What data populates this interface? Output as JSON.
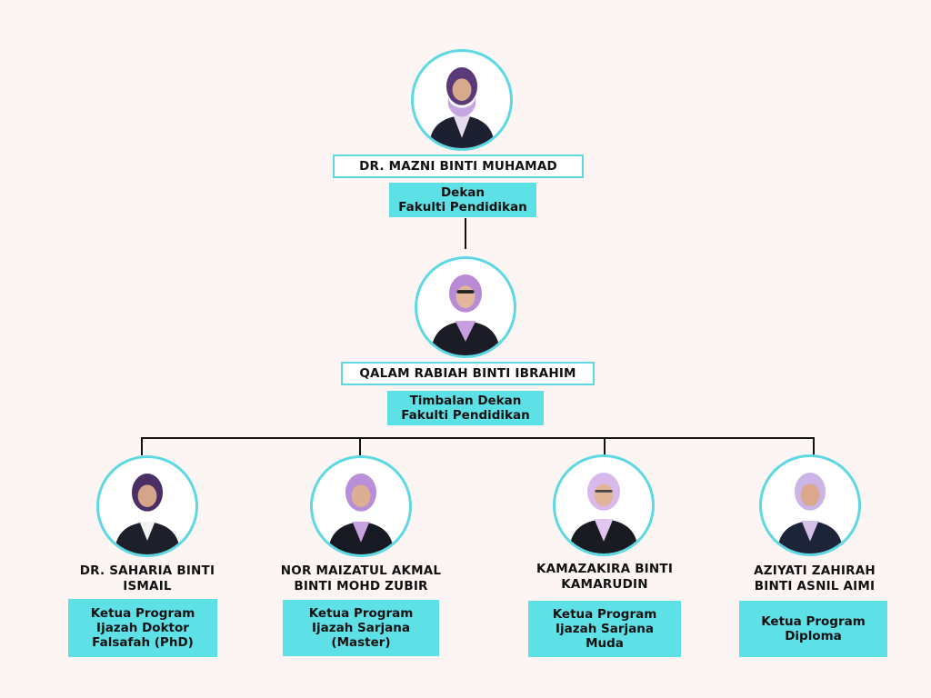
{
  "colors": {
    "background": "#fdf5f3",
    "accent": "#5de0e6",
    "border": "#5ed8e2",
    "line": "#111111"
  },
  "dean": {
    "name": "DR. MAZNI BINTI MUHAMAD",
    "role_line1": "Dekan",
    "role_line2": "Fakulti Pendidikan",
    "photo_icon": "person-portrait-icon"
  },
  "deputy": {
    "name": "QALAM RABIAH BINTI IBRAHIM",
    "role_line1": "Timbalan Dekan",
    "role_line2": "Fakulti Pendidikan",
    "photo_icon": "person-portrait-icon"
  },
  "heads": [
    {
      "name_line1": "DR. SAHARIA BINTI",
      "name_line2": "ISMAIL",
      "role_line1": "Ketua Program",
      "role_line2": "Ijazah Doktor",
      "role_line3": "Falsafah (PhD)"
    },
    {
      "name_line1": "NOR MAIZATUL AKMAL",
      "name_line2": "BINTI MOHD ZUBIR",
      "role_line1": "Ketua Program",
      "role_line2": "Ijazah Sarjana",
      "role_line3": "(Master)"
    },
    {
      "name_line1": "KAMAZAKIRA BINTI",
      "name_line2": "KAMARUDIN",
      "role_line1": "Ketua Program",
      "role_line2": "Ijazah Sarjana",
      "role_line3": "Muda"
    },
    {
      "name_line1": "AZIYATI ZAHIRAH",
      "name_line2": "BINTI ASNIL AIMI",
      "role_line1": "Ketua Program",
      "role_line2": "Diploma",
      "role_line3": ""
    }
  ]
}
